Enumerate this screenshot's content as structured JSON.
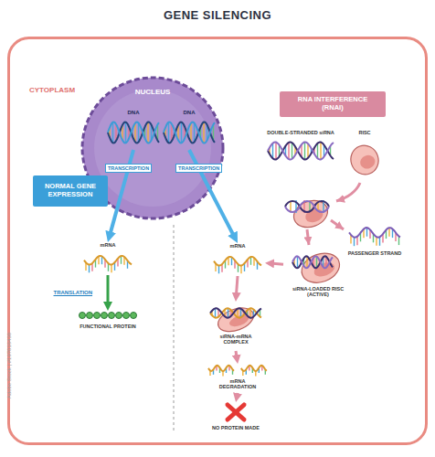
{
  "diagram": {
    "title": "GENE SILENCING",
    "nodes": [
      {
        "text": [
          "CYTOPLASM"
        ]
      },
      {
        "text": [
          "NUCLEUS"
        ],
        "in": 0
      },
      {
        "text": [
          "DNA"
        ],
        "in": 1
      },
      {
        "text": [
          "DNA"
        ],
        "in": 1
      },
      {
        "text": [
          "NORMAL GENE EXPRESSION"
        ],
        "in": 0
      },
      {
        "text": [
          "RNA INTERFERENCE (RNAI)"
        ],
        "in": 0
      },
      {
        "text": [
          "DOUBLE-STRANDED siRNA"
        ],
        "in": 0
      },
      {
        "text": [
          "RISC"
        ],
        "in": 0
      },
      {
        "text": [
          "mRNA"
        ],
        "in": 0
      },
      {
        "text": [
          "mRNA"
        ],
        "in": 0
      },
      {
        "text": [
          "PASSENGER STRAND"
        ],
        "in": 0
      },
      {
        "text": [
          "siRNA-LOADED RISC (ACTIVE)"
        ],
        "in": 0
      },
      {
        "text": [
          "FUNCTIONAL PROTEIN"
        ],
        "in": 0
      },
      {
        "text": [
          "siRNA-mRNA COMPLEX"
        ],
        "in": 0
      },
      {
        "text": [
          "mRNA DEGRADATION"
        ],
        "in": 0
      },
      {
        "text": [
          "NO PROTEIN MADE"
        ],
        "in": 0
      }
    ],
    "edges": [
      {
        "from": 2,
        "to": 8,
        "arrow": "to",
        "label": "TRANSCRIPTION"
      },
      {
        "from": 3,
        "to": 9,
        "arrow": "to",
        "label": "TRANSCRIPTION"
      },
      {
        "from": 8,
        "to": 12,
        "arrow": "to",
        "label": "TRANSLATION"
      },
      {
        "from": 11,
        "to": 9,
        "arrow": "to"
      },
      {
        "from": 9,
        "to": 13,
        "arrow": "to"
      },
      {
        "from": 13,
        "to": 14,
        "arrow": "to"
      },
      {
        "from": 14,
        "to": 15,
        "arrow": "to"
      }
    ],
    "labels": [
      "Adobe Stock | #197016430"
    ]
  }
}
